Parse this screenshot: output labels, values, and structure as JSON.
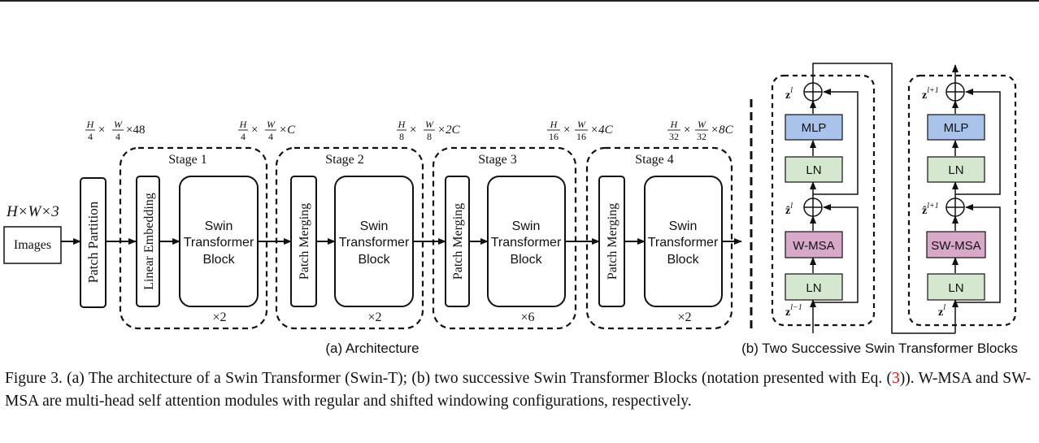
{
  "dims": {
    "input": "H×W×3",
    "p1": {
      "h": "H",
      "hd": "4",
      "w": "W",
      "wd": "4",
      "c": "×48"
    },
    "p2": {
      "h": "H",
      "hd": "4",
      "w": "W",
      "wd": "4",
      "c": "×C"
    },
    "p3": {
      "h": "H",
      "hd": "8",
      "w": "W",
      "wd": "8",
      "c": "×2C"
    },
    "p4": {
      "h": "H",
      "hd": "16",
      "w": "W",
      "wd": "16",
      "c": "×4C"
    },
    "p5": {
      "h": "H",
      "hd": "32",
      "w": "W",
      "wd": "32",
      "c": "×8C"
    },
    "times": "×"
  },
  "images": "Images",
  "patch_partition": "Patch Partition",
  "stages": [
    {
      "title": "Stage 1",
      "first": "Linear Embedding",
      "block": [
        "Swin",
        "Transformer",
        "Block"
      ],
      "repeat": "×2"
    },
    {
      "title": "Stage 2",
      "first": "Patch Merging",
      "block": [
        "Swin",
        "Transformer",
        "Block"
      ],
      "repeat": "×2"
    },
    {
      "title": "Stage 3",
      "first": "Patch Merging",
      "block": [
        "Swin",
        "Transformer",
        "Block"
      ],
      "repeat": "×6"
    },
    {
      "title": "Stage 4",
      "first": "Patch Merging",
      "block": [
        "Swin",
        "Transformer",
        "Block"
      ],
      "repeat": "×2"
    }
  ],
  "blocks": {
    "left": {
      "mlp": "MLP",
      "ln_top": "LN",
      "attn": "W-MSA",
      "ln_bottom": "LN",
      "z_out": "z",
      "z_out_sup": "l",
      "z_mid": "ẑ",
      "z_mid_sup": "l",
      "z_in": "z",
      "z_in_sup": "l−1"
    },
    "right": {
      "mlp": "MLP",
      "ln_top": "LN",
      "attn": "SW-MSA",
      "ln_bottom": "LN",
      "z_out": "z",
      "z_out_sup": "l+1",
      "z_mid": "ẑ",
      "z_mid_sup": "l+1",
      "z_in": "z",
      "z_in_sup": "l"
    }
  },
  "colors": {
    "mlp": "#a9c3ea",
    "ln": "#d5e8cf",
    "attn": "#d8a8c9",
    "stroke": "#111111",
    "ref": "#c0161b"
  },
  "subcaptions": {
    "a": "(a) Architecture",
    "b": "(b) Two Successive Swin Transformer Blocks"
  },
  "caption": {
    "part1": "Figure 3. (a) The architecture of a Swin Transformer (Swin-T); (b) two successive Swin Transformer Blocks (notation presented with Eq. (",
    "ref": "3",
    "part2": ")). W-MSA and SW-MSA are multi-head self attention modules with regular and shifted windowing configurations, respectively."
  }
}
